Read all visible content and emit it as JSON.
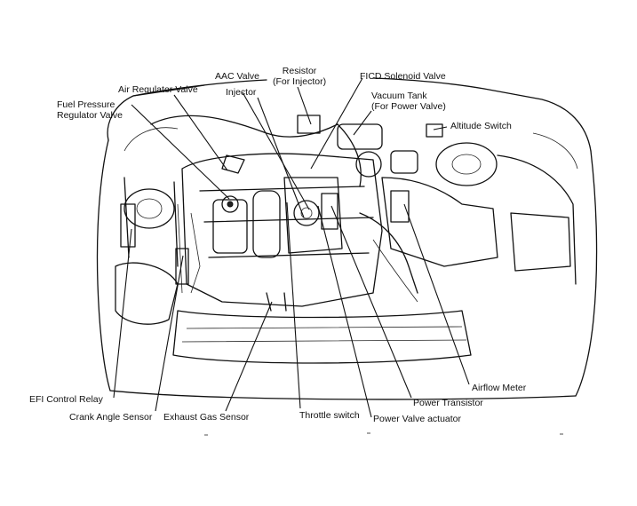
{
  "labels": {
    "aac_valve": "AAC Valve",
    "resistor": "Resistor\n(For Injector)",
    "ficd_solenoid_valve": "FICD Solenoid Valve",
    "air_regulator_valve": "Air Regulator Valve",
    "injector": "Injector",
    "vacuum_tank": "Vacuum Tank\n(For Power Valve)",
    "fuel_pressure_regulator_valve": "Fuel Pressure\nRegulator Valve",
    "altitude_switch": "Altitude Switch",
    "efi_control_relay": "EFI Control Relay",
    "crank_angle_sensor": "Crank Angle Sensor",
    "exhaust_gas_sensor": "Exhaust Gas Sensor",
    "throttle_switch": "Throttle switch",
    "power_valve_actuator": "Power Valve actuator",
    "power_transistor": "Power Transistor",
    "airflow_meter": "Airflow Meter"
  }
}
